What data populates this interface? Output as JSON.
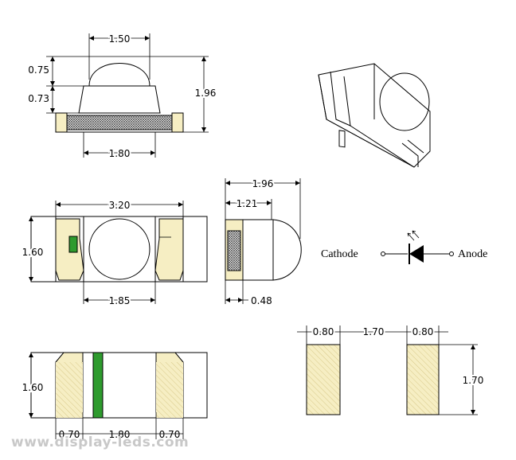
{
  "dimensions": {
    "side_lens_width": "1.50",
    "side_lens_height": "0.75",
    "side_body_height": "0.73",
    "side_total_height": "1.96",
    "side_body_width": "1.80",
    "top_length": "3.20",
    "top_width": "1.60",
    "top_lens": "1.85",
    "end_total": "1.96",
    "end_partial": "1.21",
    "end_pad": "0.48",
    "bottom_width": "1.60",
    "bottom_pad_left": "0.70",
    "bottom_center": "1.80",
    "bottom_pad_right": "0.70",
    "footprint_pad_left": "0.80",
    "footprint_gap": "1.70",
    "footprint_pad_right": "0.80",
    "footprint_height": "1.70"
  },
  "symbol": {
    "cathode_label": "Cathode",
    "anode_label": "Anode"
  },
  "watermark": "www.display-leds.com",
  "colors": {
    "pad_fill": "#f6eec3",
    "polarity_green": "#2e9b2e",
    "watermark_gray": "#c8c8c8"
  }
}
